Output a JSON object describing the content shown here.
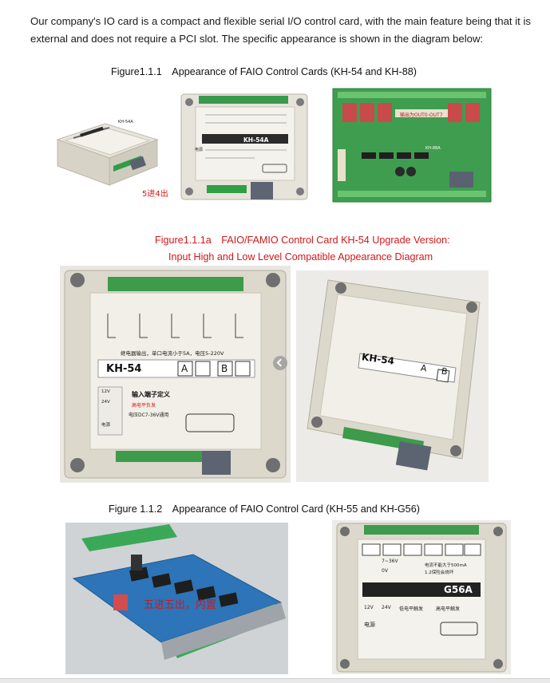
{
  "document": {
    "intro_text": "Our company's IO card is a compact and flexible serial I/O control card, with the main feature being that it is external and does not require a PCI slot. The specific appearance is shown in the diagram below:",
    "figures": [
      {
        "caption": "Figure1.1.1　Appearance of FAIO Control Cards (KH-54 and KH-88)",
        "photos": [
          {
            "name": "kh-54-small",
            "labels": {
              "model": "KH-54A",
              "note": "5进4出"
            }
          },
          {
            "name": "kh-54a-front",
            "labels": {
              "model": "KH-54A",
              "power": "电源"
            }
          },
          {
            "name": "kh-88-board",
            "labels": {
              "banner": "输出为OUT0-OUT7",
              "model": "KH-88A"
            }
          }
        ]
      },
      {
        "caption_line1": "Figure1.1.1a　FAIO/FAMIO Control Card KH-54 Upgrade Version:",
        "caption_line2": "Input High and Low Level Compatible Appearance Diagram",
        "photos": [
          {
            "name": "kh-54-upgrade-front",
            "labels": {
              "model": "KH-54",
              "slot_a": "A",
              "slot_b": "B",
              "relay_note": "继电器输出，单口电流小于5A，电压5-220V",
              "input_def": "输入端子定义",
              "high_level": "高电平负发",
              "voltage": "电压DC7-36V通用",
              "v12": "12V",
              "v24": "24V",
              "power": "电源"
            }
          },
          {
            "name": "kh-54-upgrade-angle",
            "labels": {
              "model": "KH-54",
              "slot_a": "A",
              "slot_b": "B"
            }
          }
        ]
      },
      {
        "caption": "Figure 1.1.2　Appearance of FAIO Control Card (KH-55 and KH-G56)",
        "photos": [
          {
            "name": "kh-55-board",
            "labels": {
              "note": "五进五出，内置"
            }
          },
          {
            "name": "kh-g56-front",
            "labels": {
              "model": "G56A",
              "v36": "7~36V",
              "ov": "0V",
              "current": "电流不能大于500mA",
              "fuse": "1.2保险会烧坏",
              "v12": "12V",
              "v24": "24V",
              "low": "低电平触发",
              "high": "高电平触发",
              "power": "电源"
            }
          }
        ]
      }
    ]
  }
}
